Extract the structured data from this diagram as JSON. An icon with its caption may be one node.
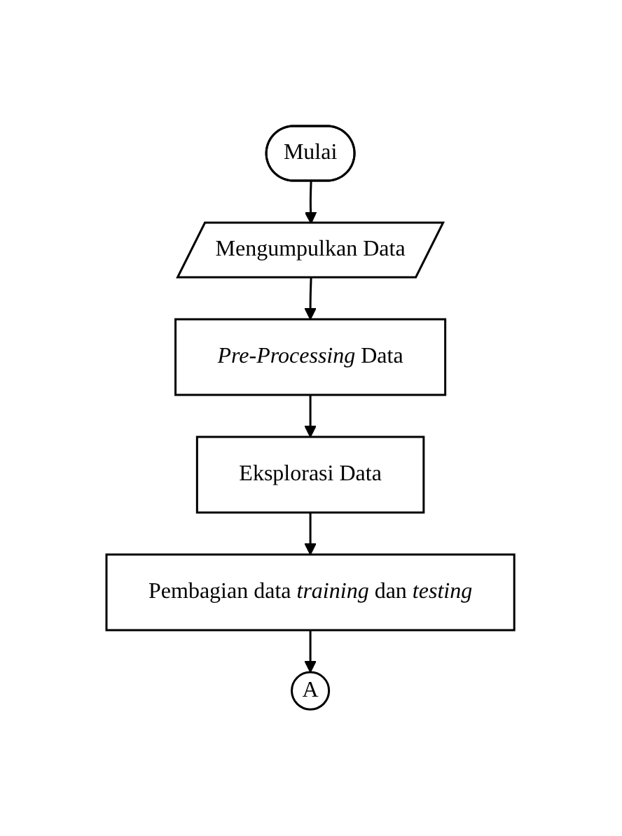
{
  "diagram": {
    "nodes": [
      {
        "text": [
          "Mulai"
        ]
      },
      {
        "text": [
          "Mengumpulkan Data"
        ]
      },
      {
        "text": [
          "*Pre-Processing* Data"
        ]
      },
      {
        "text": [
          "Eksplorasi Data"
        ]
      },
      {
        "text": [
          "Pembagian data *training* dan *testing*"
        ]
      },
      {
        "text": [
          "A"
        ]
      }
    ],
    "edges": [
      {
        "from": 0,
        "to": 1,
        "arrow": "to"
      },
      {
        "from": 1,
        "to": 2,
        "arrow": "to"
      },
      {
        "from": 2,
        "to": 3,
        "arrow": "to"
      },
      {
        "from": 3,
        "to": 4,
        "arrow": "to"
      },
      {
        "from": 4,
        "to": 5,
        "arrow": "to"
      }
    ]
  }
}
